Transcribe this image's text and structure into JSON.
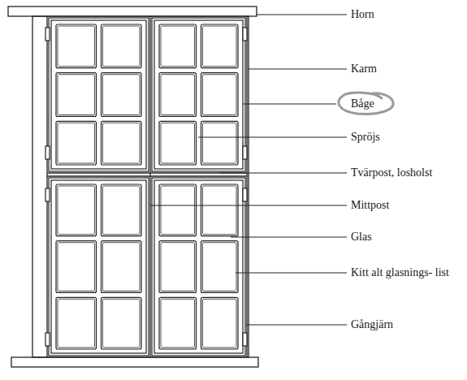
{
  "diagram": {
    "labels": [
      "Horn",
      "Karm",
      "Båge",
      "Spröjs",
      "Tvärpost, losholst",
      "Mittpost",
      "Glas",
      "Kitt alt glasnings- list",
      "Gångjärn"
    ]
  }
}
